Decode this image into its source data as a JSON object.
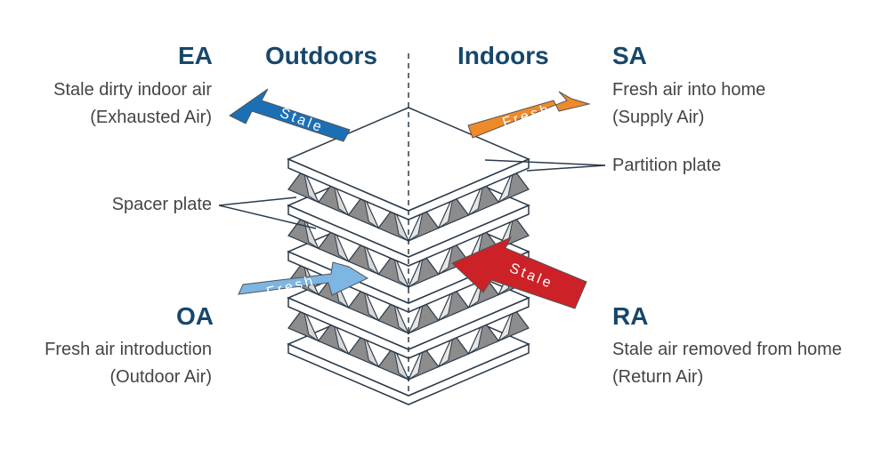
{
  "headers": {
    "outdoors": "Outdoors",
    "indoors": "Indoors"
  },
  "ea": {
    "code": "EA",
    "line1": "Stale dirty indoor air",
    "line2": "(Exhausted Air)"
  },
  "sa": {
    "code": "SA",
    "line1": "Fresh air into home",
    "line2": "(Supply Air)"
  },
  "oa": {
    "code": "OA",
    "line1": "Fresh air introduction",
    "line2": "(Outdoor Air)"
  },
  "ra": {
    "code": "RA",
    "line1": "Stale air removed from home",
    "line2": "(Return Air)"
  },
  "labels": {
    "partition": "Partition plate",
    "spacer": "Spacer plate"
  },
  "arrows": {
    "ea": "Stale",
    "sa": "Fresh",
    "oa": "Fresh",
    "ra": "Stale"
  },
  "colors": {
    "heading": "#17476b",
    "text": "#444444",
    "ea_arrow": "#1b6fb5",
    "sa_arrow": "#ee8a2a",
    "oa_arrow": "#7db5e3",
    "ra_arrow": "#cc2127",
    "outline": "#2b3a4a",
    "spacer_fill": "#8c8c8c"
  }
}
